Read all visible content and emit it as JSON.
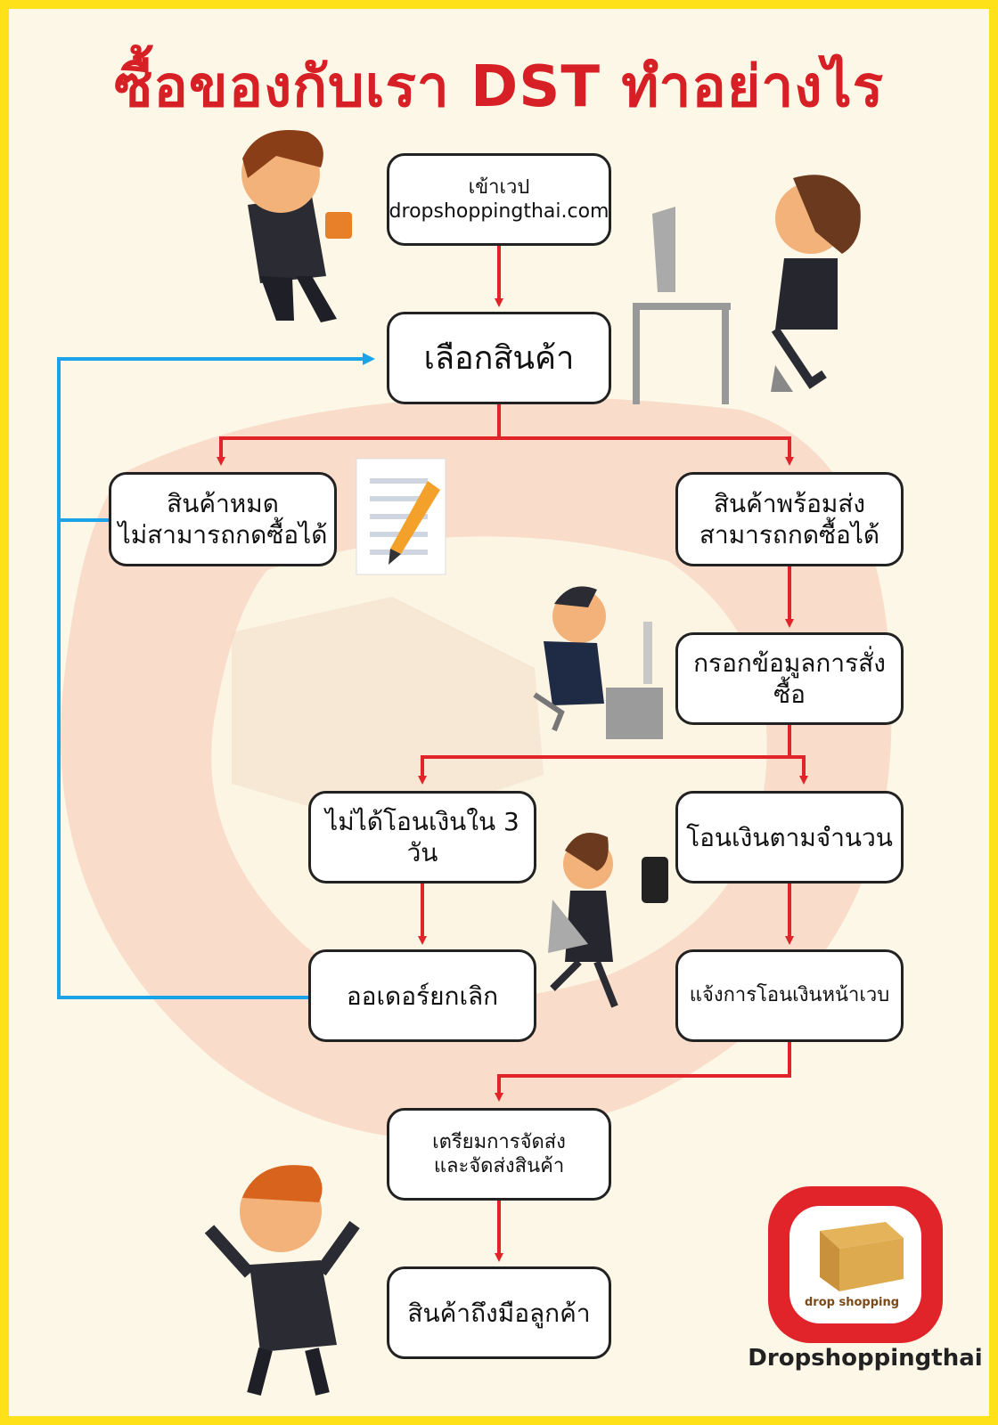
{
  "title": "ซื้อของกับเรา DST ทำอย่างไร",
  "steps": {
    "visit": {
      "line1": "เข้าเวป",
      "line2": "dropshoppingthai.com"
    },
    "choose": "เลือกสินค้า",
    "out_of_stock": {
      "line1": "สินค้าหมด",
      "line2": "ไม่สามารถกดซื้อได้"
    },
    "ready": {
      "line1": "สินค้าพร้อมส่ง",
      "line2": "สามารถกดซื้อได้"
    },
    "fill_order": "กรอกข้อมูลการสั่งซื้อ",
    "no_transfer": "ไม่ได้โอนเงินใน 3 วัน",
    "transfer": "โอนเงินตามจำนวน",
    "cancelled": "ออเดอร์ยกเลิก",
    "notify": "แจ้งการโอนเงินหน้าเวบ",
    "prepare": {
      "line1": "เตรียมการจัดส่ง",
      "line2": "และจัดส่งสินค้า"
    },
    "delivered": "สินค้าถึงมือลูกค้า"
  },
  "logo": {
    "text": "drop shopping",
    "brand": "Dropshoppingthai"
  },
  "colors": {
    "border": "#ffe11a",
    "title": "#d71f26",
    "arrow_main": "#e0242a",
    "arrow_loop": "#1aa3e8"
  }
}
